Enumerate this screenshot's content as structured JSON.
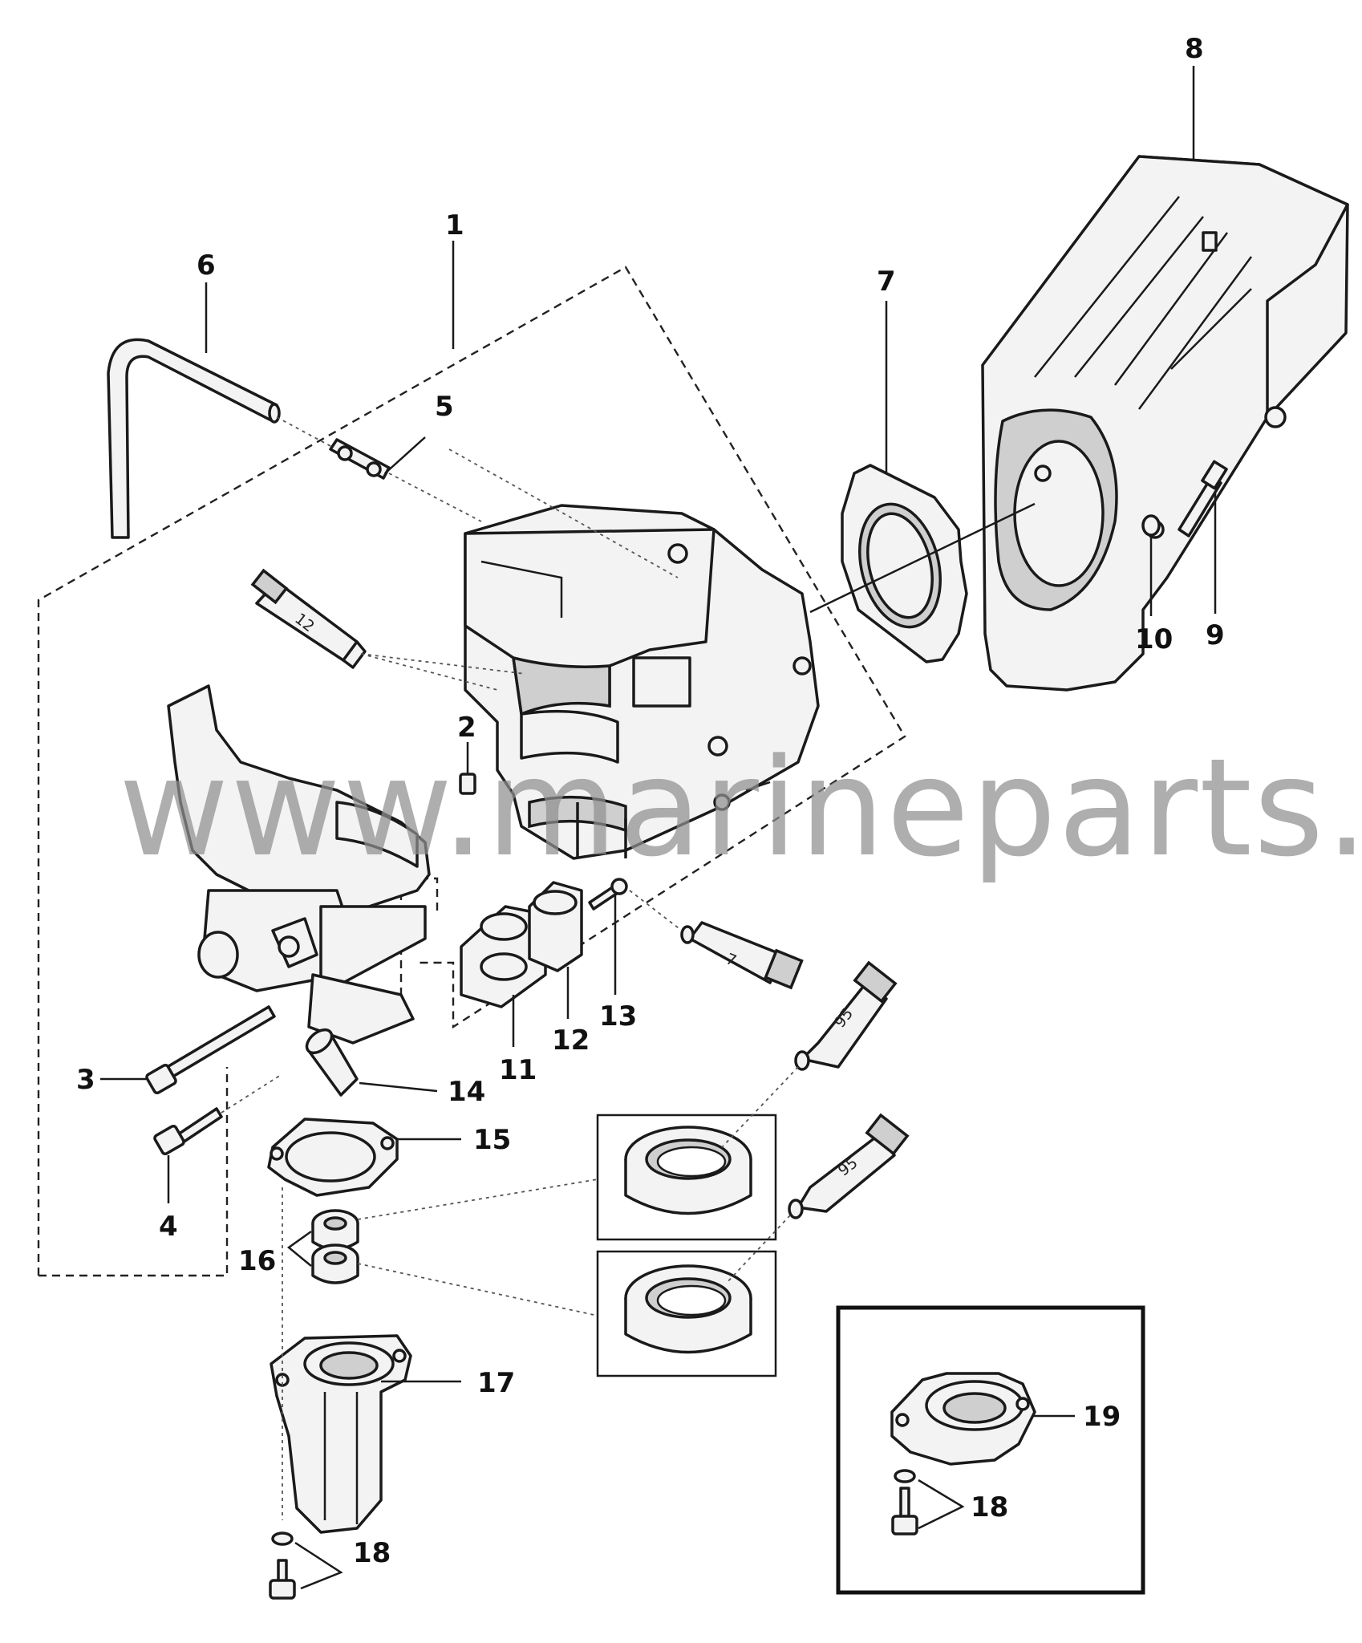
{
  "callouts": {
    "c1": "1",
    "c2": "2",
    "c3": "3",
    "c4": "4",
    "c5": "5",
    "c6": "6",
    "c7": "7",
    "c8": "8",
    "c9": "9",
    "c10": "10",
    "c11": "11",
    "c12": "12",
    "c13": "13",
    "c14": "14",
    "c15": "15",
    "c16": "16",
    "c17": "17",
    "c18a": "18",
    "c18b": "18",
    "c19": "19"
  },
  "tubes": {
    "t12": "12",
    "t7": "7",
    "t95a": "95",
    "t95b": "95"
  },
  "watermark": "www.marineparts.eu"
}
